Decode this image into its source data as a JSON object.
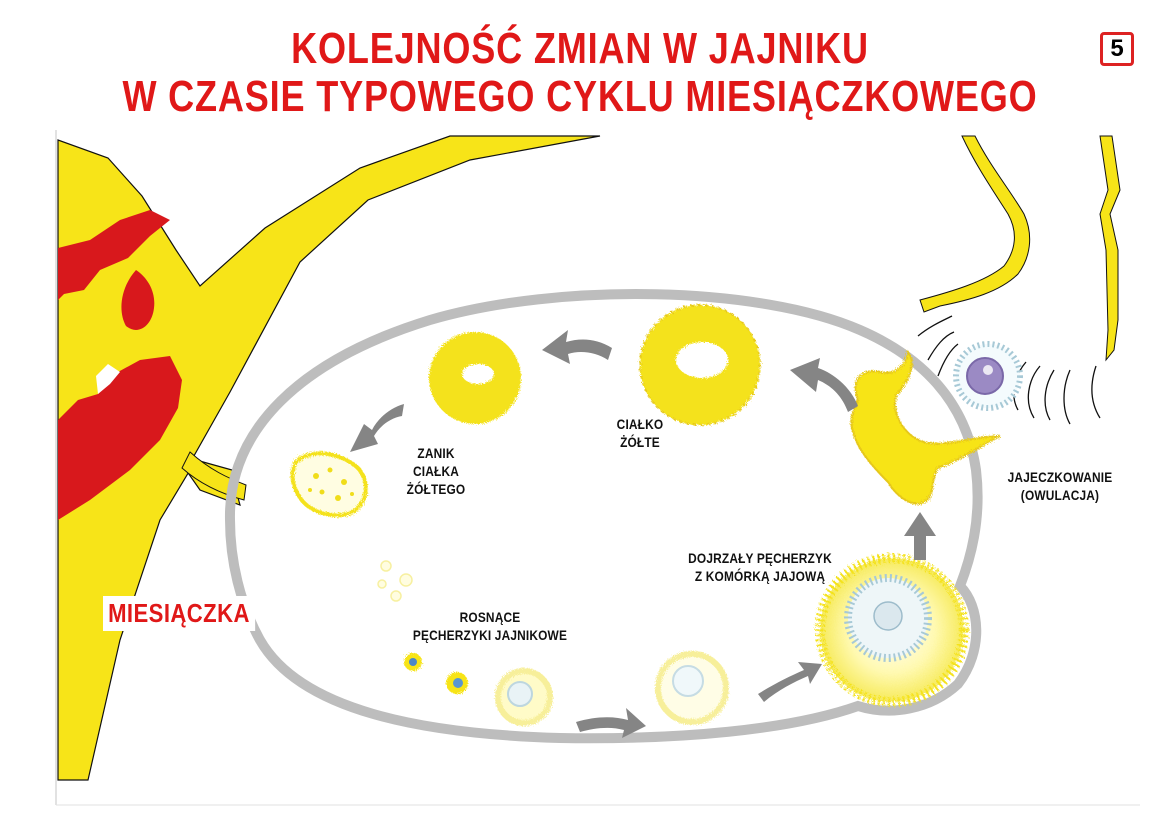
{
  "title": {
    "line1": "KOLEJNOŚĆ ZMIAN W JAJNIKU",
    "line2": "W CZASIE TYPOWEGO CYKLU MIESIĄCZKOWEGO"
  },
  "page_number": "5",
  "labels": {
    "corpus_luteum_l1": "CIAŁKO",
    "corpus_luteum_l2": "ŻÓŁTE",
    "regression_l1": "ZANIK",
    "regression_l2": "CIAŁKA",
    "regression_l3": "ŻÓŁTEGO",
    "ovulation_l1": "JAJECZKOWANIE",
    "ovulation_l2": "(OWULACJA)",
    "mature_l1": "DOJRZAŁY PĘCHERZYK",
    "mature_l2": "Z KOMÓRKĄ JAJOWĄ",
    "growing_l1": "ROSNĄCE",
    "growing_l2": "PĘCHERZYKI JAJNIKOWE",
    "menstruation": "MIESIĄCZKA"
  },
  "colors": {
    "title_red": "#e01818",
    "uterus_yellow": "#f7e418",
    "blood_red": "#d8181c",
    "ovary_outline": "#bdbdbd",
    "arrow_gray": "#858585",
    "follicle_blue": "#a7c9d6",
    "ovum_purple": "#9b8ac4"
  }
}
